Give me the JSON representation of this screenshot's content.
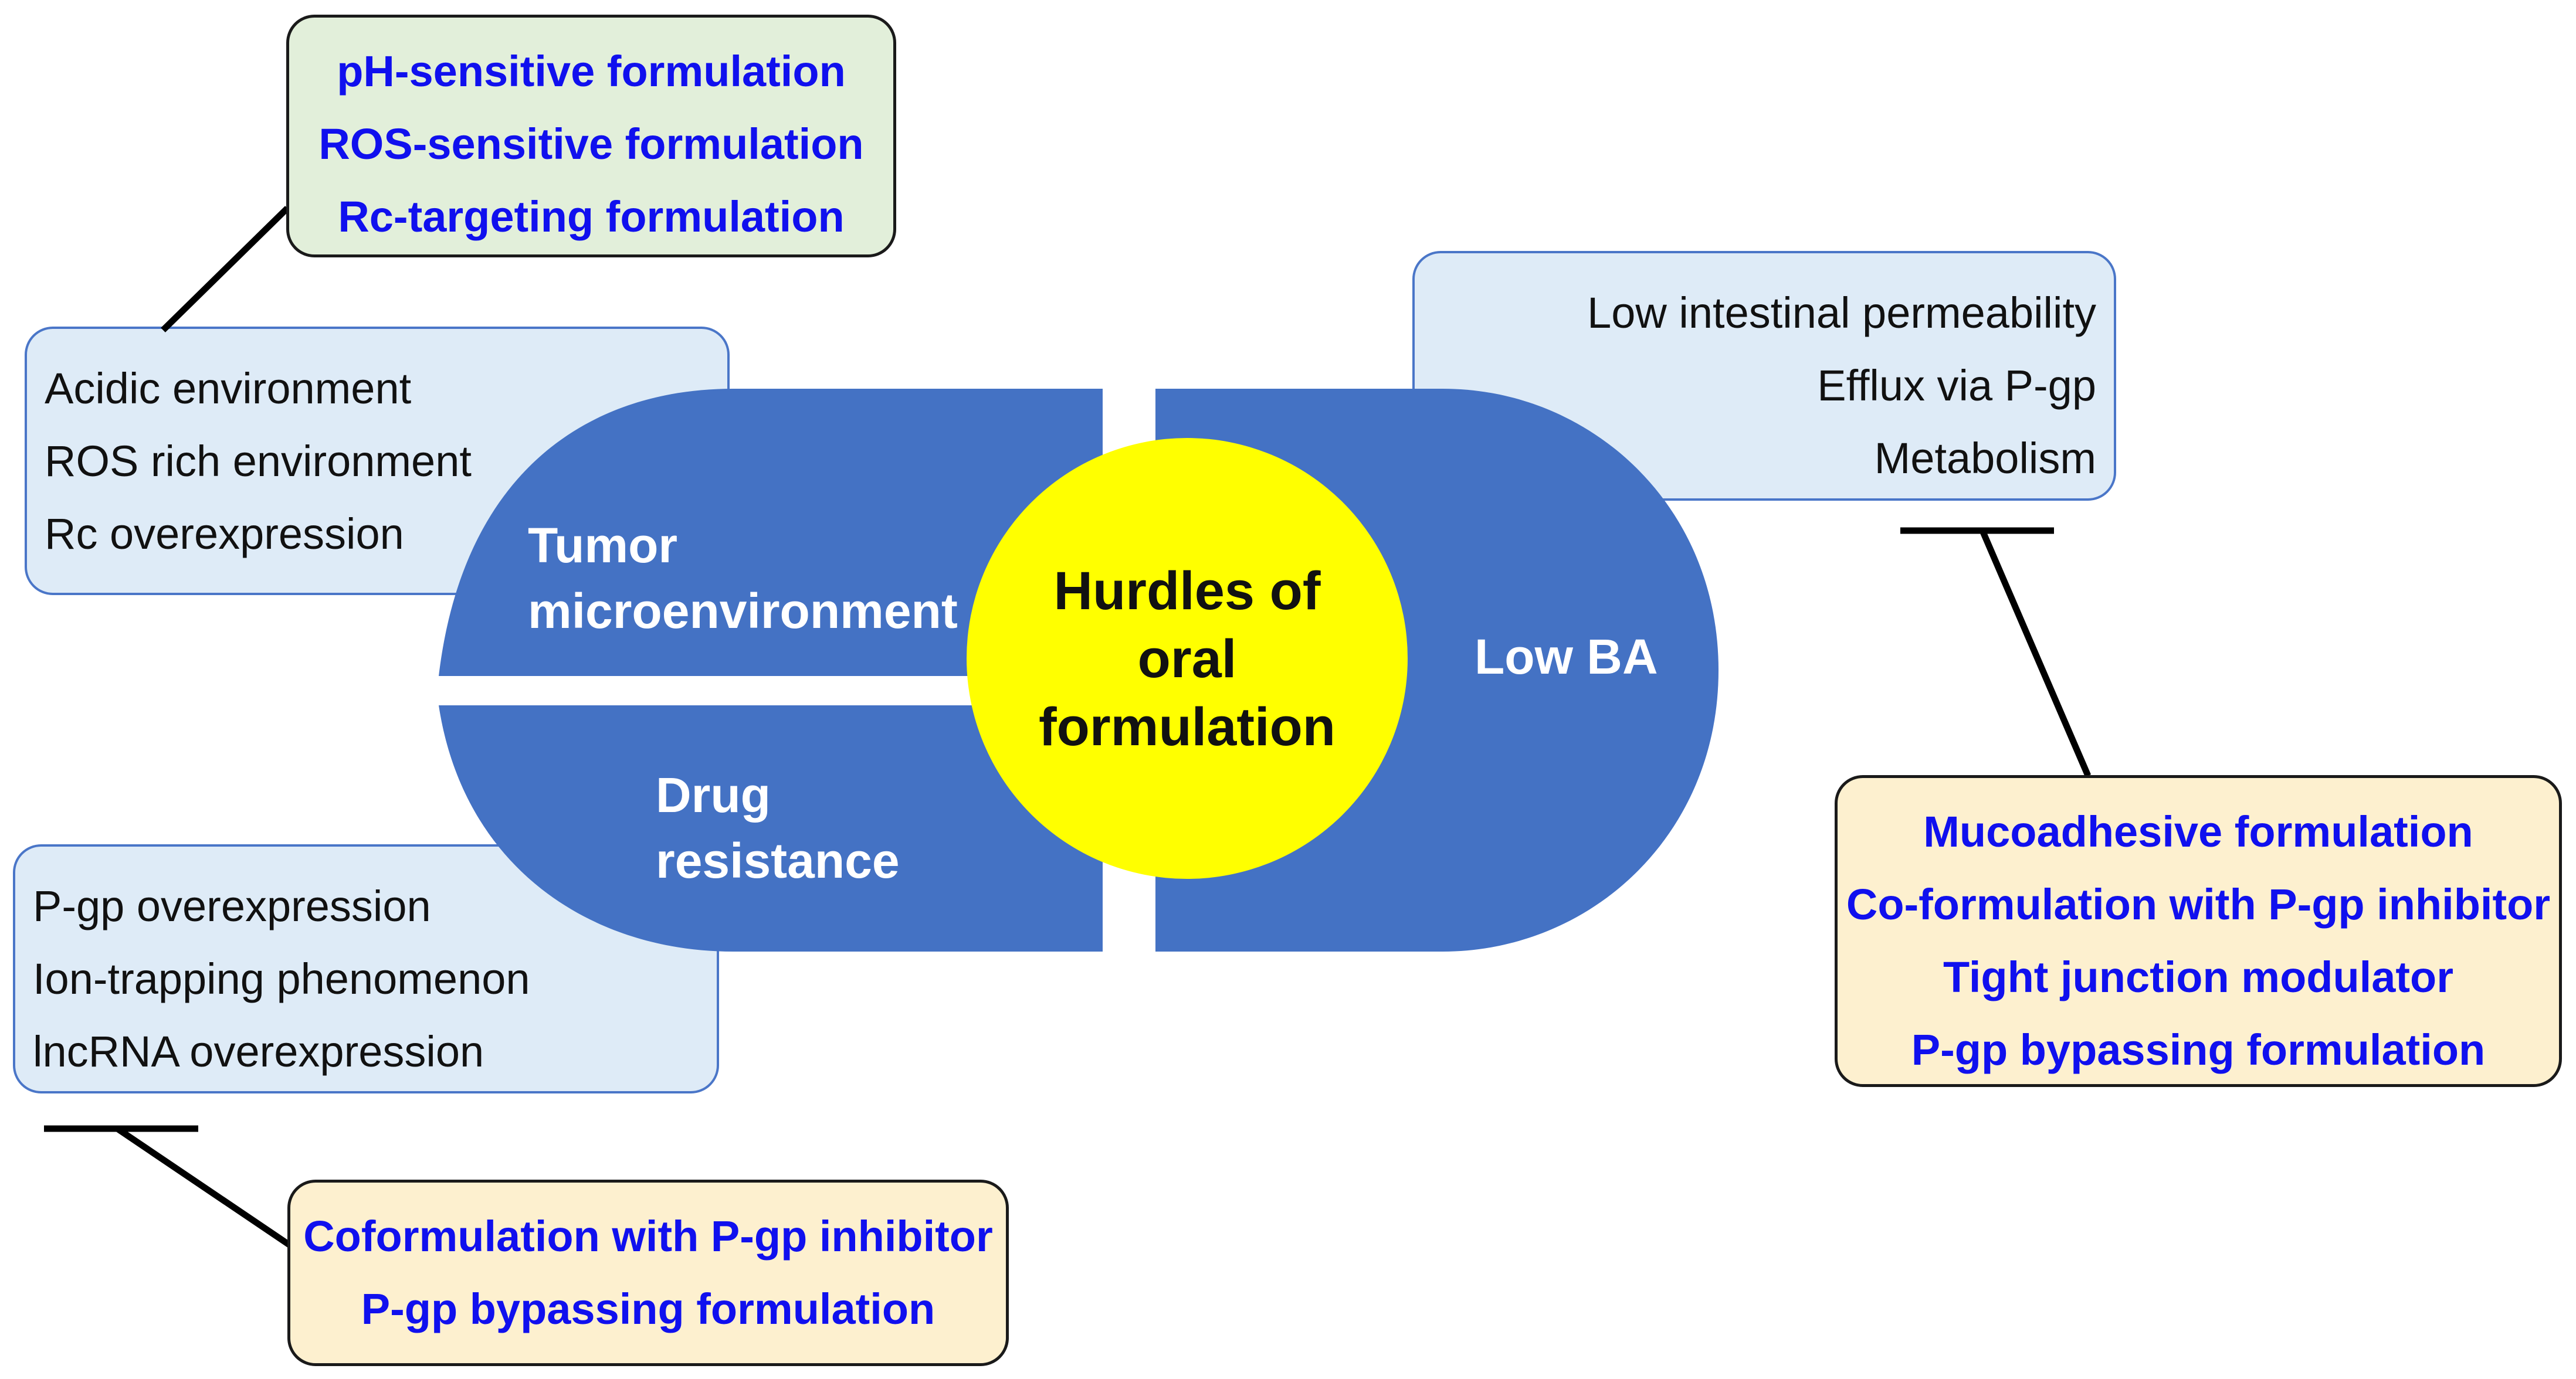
{
  "colors": {
    "capsule": "#4472c4",
    "center_circle": "#ffff00",
    "info_box_fill": "#deebf7",
    "info_box_border": "#4a76c8",
    "solution_text": "#1010ee",
    "solution_green_fill": "#e2efda",
    "solution_yellow_fill": "#fdf0cf"
  },
  "center": {
    "lines": [
      "Hurdles of",
      "oral",
      "formulation"
    ]
  },
  "segments": {
    "tumor": [
      "Tumor",
      "microenvironment"
    ],
    "drug": [
      "Drug",
      "resistance"
    ],
    "lowba": [
      "Low BA"
    ]
  },
  "problems": {
    "tumor": [
      "Acidic environment",
      "ROS rich environment",
      "Rc overexpression"
    ],
    "drug": [
      "P-gp overexpression",
      "Ion-trapping phenomenon",
      "lncRNA overexpression"
    ],
    "lowba": [
      "Low intestinal permeability",
      "Efflux via P-gp",
      "Metabolism"
    ]
  },
  "solutions": {
    "tumor": [
      "pH-sensitive formulation",
      "ROS-sensitive formulation",
      "Rc-targeting formulation"
    ],
    "drug": [
      "Coformulation with P-gp inhibitor",
      "P-gp bypassing formulation"
    ],
    "lowba": [
      "Mucoadhesive formulation",
      "Co-formulation with P-gp inhibitor",
      "Tight junction modulator",
      "P-gp bypassing formulation"
    ]
  }
}
